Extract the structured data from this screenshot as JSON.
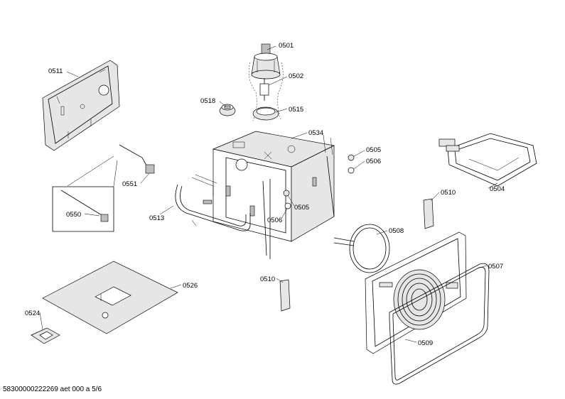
{
  "parts": [
    {
      "id": "p0501",
      "number": "0501"
    },
    {
      "id": "p0502",
      "number": "0502"
    },
    {
      "id": "p0515",
      "number": "0515"
    },
    {
      "id": "p0518",
      "number": "0518"
    },
    {
      "id": "p0511",
      "number": "0511"
    },
    {
      "id": "p0534",
      "number": "0534"
    },
    {
      "id": "p0505a",
      "number": "0505"
    },
    {
      "id": "p0506a",
      "number": "0506"
    },
    {
      "id": "p0551",
      "number": "0551"
    },
    {
      "id": "p0550",
      "number": "0550"
    },
    {
      "id": "p0513",
      "number": "0513"
    },
    {
      "id": "p0505b",
      "number": "0505"
    },
    {
      "id": "p0506b",
      "number": "0506"
    },
    {
      "id": "p0504",
      "number": "0504"
    },
    {
      "id": "p0510a",
      "number": "0510"
    },
    {
      "id": "p0508",
      "number": "0508"
    },
    {
      "id": "p0507",
      "number": "0507"
    },
    {
      "id": "p0526",
      "number": "0526"
    },
    {
      "id": "p0510b",
      "number": "0510"
    },
    {
      "id": "p0524",
      "number": "0524"
    },
    {
      "id": "p0509",
      "number": "0509"
    }
  ],
  "footer": "58300000222269 aet 000 a 5/6"
}
